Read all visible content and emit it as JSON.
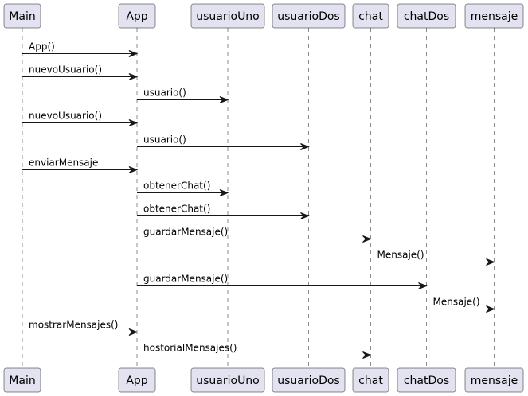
{
  "participants": [
    {
      "id": "main",
      "name": "Main"
    },
    {
      "id": "app",
      "name": "App"
    },
    {
      "id": "usuarioUno",
      "name": "usuarioUno"
    },
    {
      "id": "usuarioDos",
      "name": "usuarioDos"
    },
    {
      "id": "chat",
      "name": "chat"
    },
    {
      "id": "chatDos",
      "name": "chatDos"
    },
    {
      "id": "mensaje",
      "name": "mensaje"
    }
  ],
  "messages": [
    {
      "from": "main",
      "to": "app",
      "label": "App()"
    },
    {
      "from": "main",
      "to": "app",
      "label": "nuevoUsuario()"
    },
    {
      "from": "app",
      "to": "usuarioUno",
      "label": "usuario()"
    },
    {
      "from": "main",
      "to": "app",
      "label": "nuevoUsuario()"
    },
    {
      "from": "app",
      "to": "usuarioDos",
      "label": "usuario()"
    },
    {
      "from": "main",
      "to": "app",
      "label": "enviarMensaje"
    },
    {
      "from": "app",
      "to": "usuarioUno",
      "label": "obtenerChat()"
    },
    {
      "from": "app",
      "to": "usuarioDos",
      "label": "obtenerChat()"
    },
    {
      "from": "app",
      "to": "chat",
      "label": "guardarMensaje()"
    },
    {
      "from": "chat",
      "to": "mensaje",
      "label": "Mensaje()"
    },
    {
      "from": "app",
      "to": "chatDos",
      "label": "guardarMensaje()"
    },
    {
      "from": "chatDos",
      "to": "mensaje",
      "label": "Mensaje()"
    },
    {
      "from": "main",
      "to": "app",
      "label": "mostrarMensajes()"
    },
    {
      "from": "app",
      "to": "chat",
      "label": "hostorialMensajes()"
    }
  ],
  "colors": {
    "participant_fill": "#e2e2f0",
    "line": "#181818",
    "text": "#000000"
  }
}
